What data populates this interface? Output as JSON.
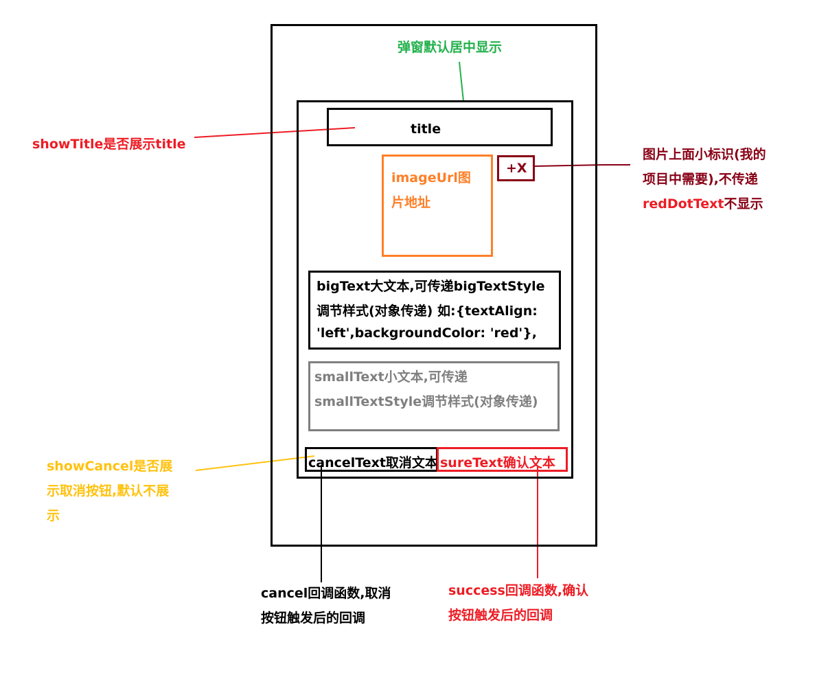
{
  "colors": {
    "black": "#000000",
    "green": "#22b14c",
    "red": "#ed1c24",
    "darkred": "#880015",
    "orange": "#ff7f27",
    "yellow": "#ffc20e",
    "gray": "#7f7f7f"
  },
  "annotations": {
    "center_note": "弹窗默认居中显示",
    "show_title_note": "showTitle是否展示title",
    "red_dot_note_line1": "图片上面小标识(我的",
    "red_dot_note_line2": "项目中需要),不传递",
    "red_dot_note_line3_a": "redDotText",
    "red_dot_note_line3_b": "不显示",
    "show_cancel_note_line1": "showCancel是否展",
    "show_cancel_note_line2": "示取消按钮,默认不展",
    "show_cancel_note_line3": "示",
    "cancel_cb_line1": "cancel回调函数,取消",
    "cancel_cb_line2": "按钮触发后的回调",
    "success_cb_line1": "success回调函数,确认",
    "success_cb_line2": "按钮触发后的回调"
  },
  "dialog": {
    "title": "title",
    "image_label_line1": "imageUrl图",
    "image_label_line2": "片地址",
    "red_dot": "+X",
    "big_text_line1": "bigText大文本,可传递bigTextStyle",
    "big_text_line2": "调节样式(对象传递) 如:{textAlign:",
    "big_text_line3": "'left',backgroundColor: 'red'},",
    "small_text_line1": "smallText小文本,可传递",
    "small_text_line2": "smallTextStyle调节样式(对象传递)",
    "cancel_button": "cancelText取消文本",
    "sure_button": "sureText确认文本"
  }
}
